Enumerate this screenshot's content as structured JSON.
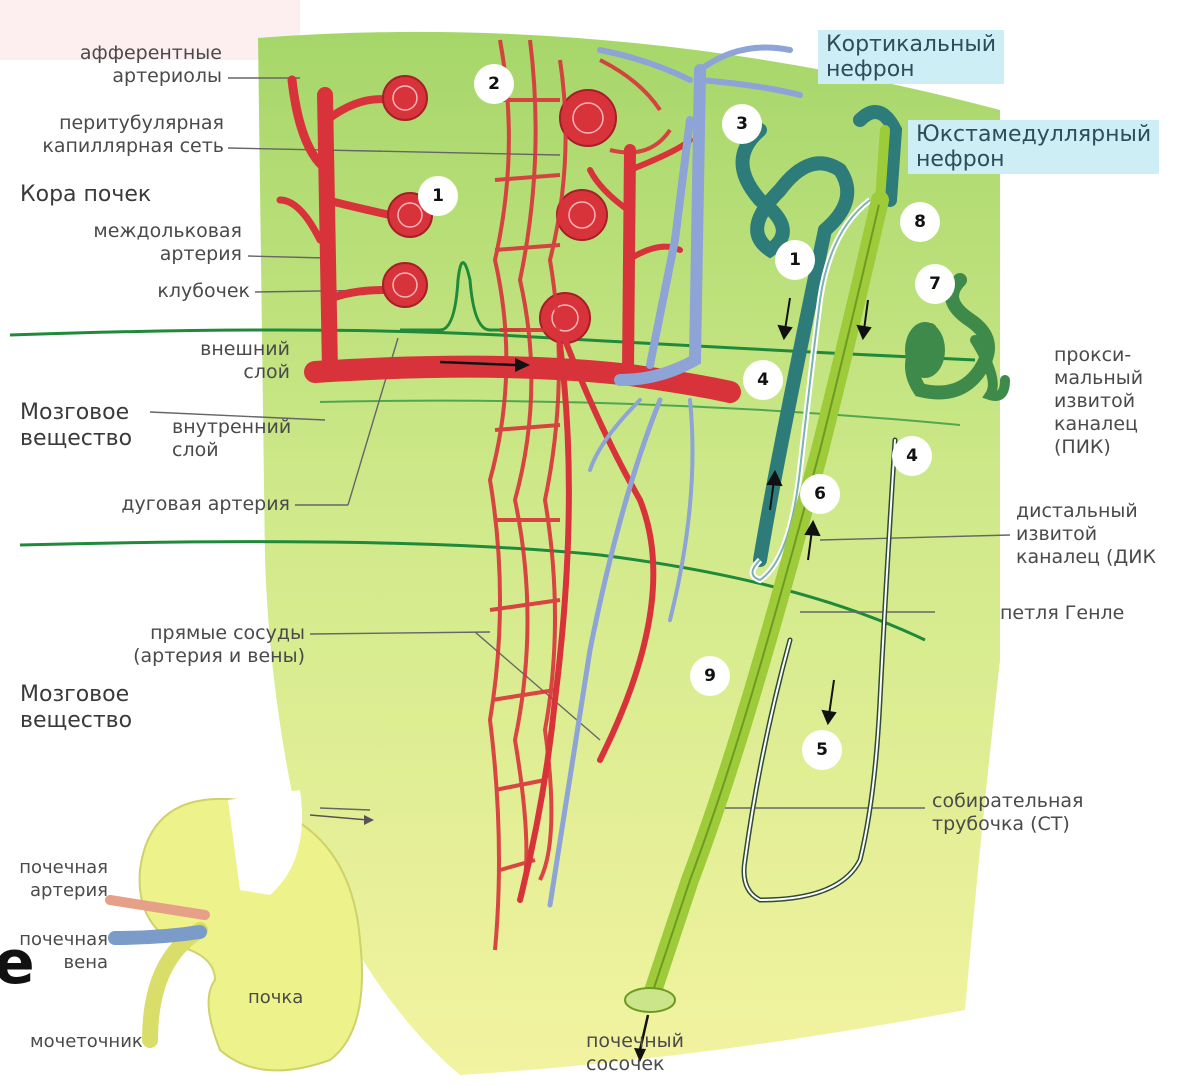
{
  "title_cortical": "Кортикальный\nнефрон",
  "title_juxta": "Юкстамедуллярный\nнефрон",
  "labels": {
    "afferent": "афферентные\nартериолы",
    "peritubular": "перитубулярная\nкапиллярная сеть",
    "cortex": "Кора почек",
    "interlobular": "междольковая\nартерия",
    "glomerulus": "клубочек",
    "outer_layer": "внешний\nслой",
    "medulla_1": "Мозговое\nвещество",
    "inner_layer": "внутренний\nслой",
    "arcuate": "дуговая артерия",
    "vasa_recta": "прямые сосуды\n(артерия и вены)",
    "medulla_2": "Мозговое\nвещество",
    "renal_artery": "почечная\nартерия",
    "renal_vein": "почечная\nвена",
    "kidney": "почка",
    "ureter": "мочеточник",
    "papilla": "почечный\nсосочек",
    "collecting": "собирательная\nтрубочка (СТ)",
    "henle": "петля Генле",
    "distal": "дистальный\nизвитой\nканалец (ДИК",
    "proximal": "прокси-\nмальный\nизвитой\nканалец\n(ПИК)"
  },
  "cut_letter": "е",
  "numbers": [
    "1",
    "2",
    "3",
    "1",
    "4",
    "8",
    "7",
    "4",
    "6",
    "9",
    "5"
  ],
  "colors": {
    "vessel": "#d8333a",
    "vein": "#8ea3d6",
    "tubule_cortical": "#2e7c7a",
    "tubule_juxta": "#3e8a4a",
    "collecting": "#9ecb3a",
    "tissue_top": "#a6d66a",
    "tissue_bottom": "#f3f3a0",
    "layer_line": "#1f8b3a",
    "title_bg": "#cdeef5"
  }
}
